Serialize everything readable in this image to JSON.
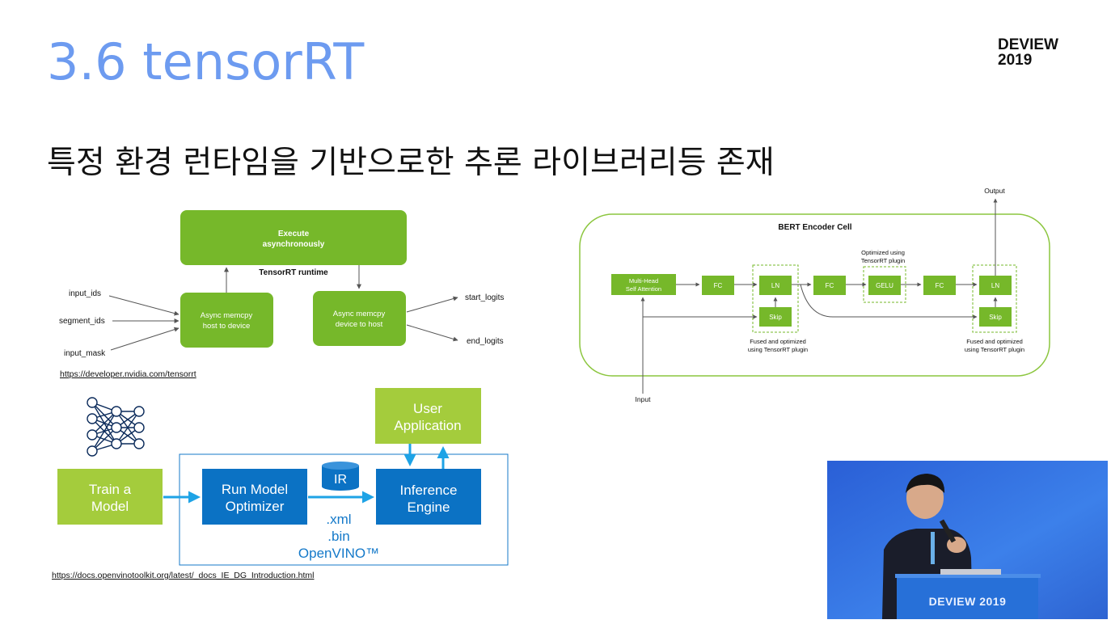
{
  "slide": {
    "title": "3.6 tensorRT",
    "logo_line1": "DEVIEW",
    "logo_line2": "2019",
    "subtitle": "특정 환경 런타임을 기반으로한 추론 라이브러리등 존재"
  },
  "tensorrt_diagram": {
    "execute_line1": "Execute",
    "execute_line2": "asynchronously",
    "runtime_label": "TensorRT runtime",
    "h2d_line1": "Async memcpy",
    "h2d_line2": "host to device",
    "d2h_line1": "Async memcpy",
    "d2h_line2": "device to host",
    "input_ids": "input_ids",
    "segment_ids": "segment_ids",
    "input_mask": "input_mask",
    "start_logits": "start_logits",
    "end_logits": "end_logits",
    "link": "https://developer.nvidia.com/tensorrt"
  },
  "openvino_diagram": {
    "train_line1": "Train a",
    "train_line2": "Model",
    "optimizer_line1": "Run Model",
    "optimizer_line2": "Optimizer",
    "ir": "IR",
    "inference_line1": "Inference",
    "inference_line2": "Engine",
    "user_line1": "User",
    "user_line2": "Application",
    "xml": ".xml",
    "bin": ".bin",
    "brand": "OpenVINO™",
    "link": "https://docs.openvinotoolkit.org/latest/_docs_IE_DG_Introduction.html"
  },
  "bert_diagram": {
    "title": "BERT Encoder Cell",
    "output": "Output",
    "input": "Input",
    "mha_line1": "Multi-Head",
    "mha_line2": "Self Attention",
    "fc": "FC",
    "ln": "LN",
    "skip": "Skip",
    "gelu": "GELU",
    "optimized_line1": "Optimized using",
    "optimized_line2": "TensorRT plugin",
    "fused_line1": "Fused and optimized",
    "fused_line2": "using TensorRT plugin"
  },
  "speaker_video": {
    "podium_text": "DEVIEW 2019"
  },
  "colors": {
    "title_blue": "#6d9bf0",
    "nvidia_green": "#76b82a",
    "intel_blue": "#0071c5",
    "intel_light_green": "#a4cc3c"
  }
}
